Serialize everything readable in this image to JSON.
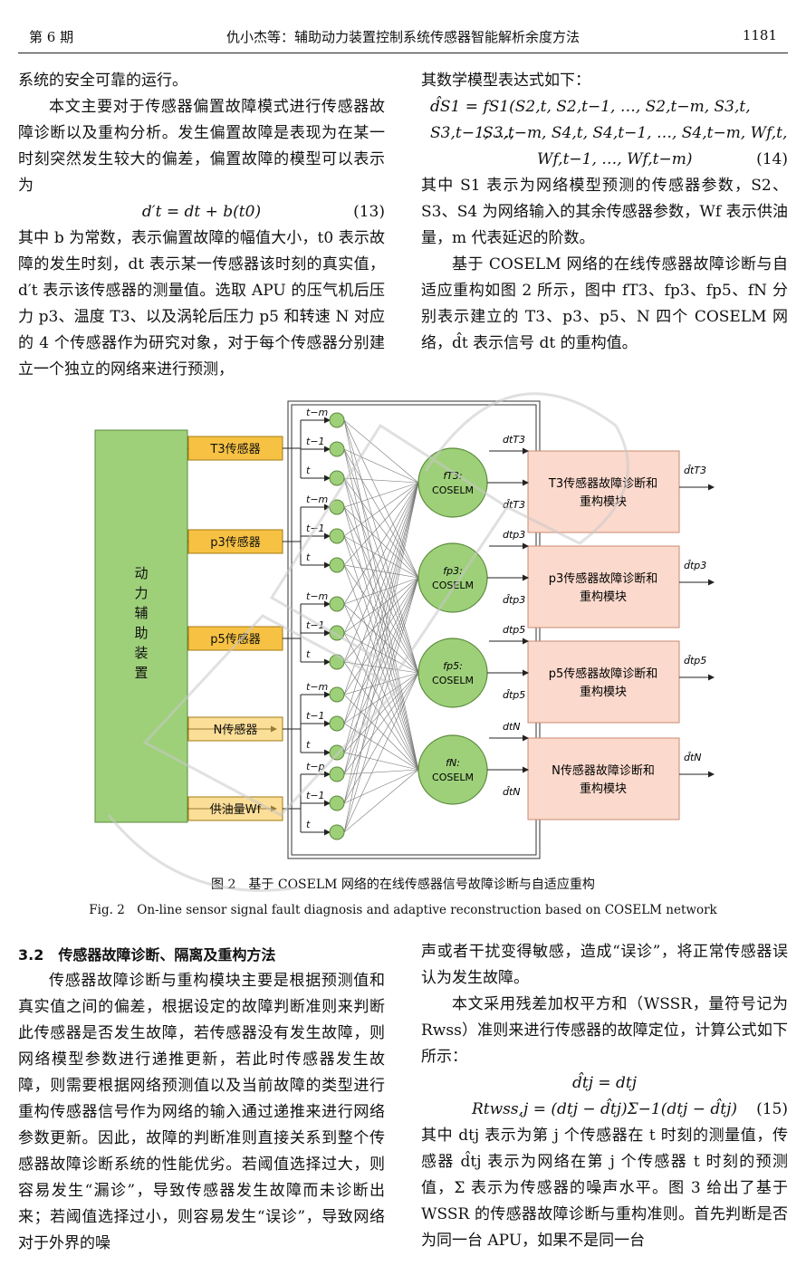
{
  "header": {
    "issue": "第 6 期",
    "title": "仇小杰等：辅助动力装置控制系统传感器智能解析余度方法",
    "page": "1181"
  },
  "left_top": {
    "p0": "系统的安全可靠的运行。",
    "p1": "本文主要对于传感器偏置故障模式进行传感器故障诊断以及重构分析。发生偏置故障是表现为在某一时刻突然发生较大的偏差，偏置故障的模型可以表示为",
    "eq13": "d′t = dt + b(t0)",
    "eq13_no": "(13)",
    "p2": "其中 b 为常数，表示偏置故障的幅值大小，t0 表示故障的发生时刻，dt 表示某一传感器该时刻的真实值，d′t 表示该传感器的测量值。选取 APU 的压气机后压力 p3、温度 T3、以及涡轮后压力 p5 和转速 N 对应的 4 个传感器作为研究对象，对于每个传感器分别建立一个独立的网络来进行预测，"
  },
  "right_top": {
    "p0": "其数学模型表达式如下：",
    "eq14a": "d̂S1 = fS1(S2,t, S2,t−1, …, S2,t−m, S3,t, S3,t−1, …,",
    "eq14b": "S3,t−m, S4,t, S4,t−1, …, S4,t−m, Wf,t,",
    "eq14c": "Wf,t−1, …, Wf,t−m)",
    "eq14_no": "(14)",
    "p1": "其中 S1 表示为网络模型预测的传感器参数，S2、S3、S4 为网络输入的其余传感器参数，Wf 表示供油量，m 代表延迟的阶数。",
    "p2": "基于 COSELM 网络的在线传感器故障诊断与自适应重构如图 2 所示，图中 fT3、fp3、fp5、fN 分别表示建立的 T3、p3、p5、N 四个 COSELM 网络，d̂t 表示信号 dt 的重构值。"
  },
  "figure": {
    "apu_label": "动力辅助装置",
    "sensors": [
      "T3传感器",
      "p3传感器",
      "p5传感器",
      "N传感器",
      "供油量Wf"
    ],
    "delays": [
      [
        "t−m",
        "t−1",
        "t"
      ],
      [
        "t−m",
        "t−1",
        "t"
      ],
      [
        "t−m",
        "t−1",
        "t"
      ],
      [
        "t−m",
        "t−1",
        "t"
      ],
      [
        "t−p",
        "t−1",
        "t"
      ]
    ],
    "nets": [
      {
        "f": "fT3:",
        "name": "COSELM"
      },
      {
        "f": "fp3:",
        "name": "COSELM"
      },
      {
        "f": "fp5:",
        "name": "COSELM"
      },
      {
        "f": "fN:",
        "name": "COSELM"
      }
    ],
    "modules": [
      "T3传感器故障诊断和重构模块",
      "p3传感器故障诊断和重构模块",
      "p5传感器故障诊断和重构模块",
      "N传感器故障诊断和重构模块"
    ],
    "d_in": [
      "dtT3",
      "dtp3",
      "dtp5",
      "dtN"
    ],
    "d_hat": [
      "d̂tT3",
      "d̂tp3",
      "d̂tp5",
      "d̂tN"
    ],
    "colors": {
      "green": "#9ed07a",
      "yellow": "#f7c243",
      "pink": "#fbd9cc"
    }
  },
  "captions": {
    "zh": "图 2　基于 COSELM 网络的在线传感器信号故障诊断与自适应重构",
    "en": "Fig. 2　On-line sensor signal fault diagnosis and adaptive reconstruction based on COSELM network"
  },
  "left_bottom": {
    "section": "3.2　传感器故障诊断、隔离及重构方法",
    "p1": "传感器故障诊断与重构模块主要是根据预测值和真实值之间的偏差，根据设定的故障判断准则来判断此传感器是否发生故障，若传感器没有发生故障，则网络模型参数进行递推更新，若此时传感器发生故障，则需要根据网络预测值以及当前故障的类型进行重构传感器信号作为网络的输入通过递推来进行网络参数更新。因此，故障的判断准则直接关系到整个传感器故障诊断系统的性能优劣。若阈值选择过大，则容易发生“漏诊”，导致传感器发生故障而未诊断出来；若阈值选择过小，则容易发生“误诊”，导致网络对于外界的噪"
  },
  "right_bottom": {
    "p0": "声或者干扰变得敏感，造成“误诊”，将正常传感器误认为发生故障。",
    "p1": "本文采用残差加权平方和（WSSR，量符号记为 Rwss）准则来进行传感器的故障定位，计算公式如下所示：",
    "eq_a": "d̂tj = dtj",
    "eq15": "Rtwss,j = (dtj − d̂tj)Σ−1(dtj − d̂tj)",
    "eq15_no": "(15)",
    "p2": "其中 dtj 表示为第 j 个传感器在 t 时刻的测量值，传感器 d̂tj 表示为网络在第 j 个传感器 t 时刻的预测值，Σ 表示为传感器的噪声水平。图 3 给出了基于 WSSR 的传感器故障诊断与重构准则。首先判断是否为同一台 APU，如果不是同一台"
  }
}
